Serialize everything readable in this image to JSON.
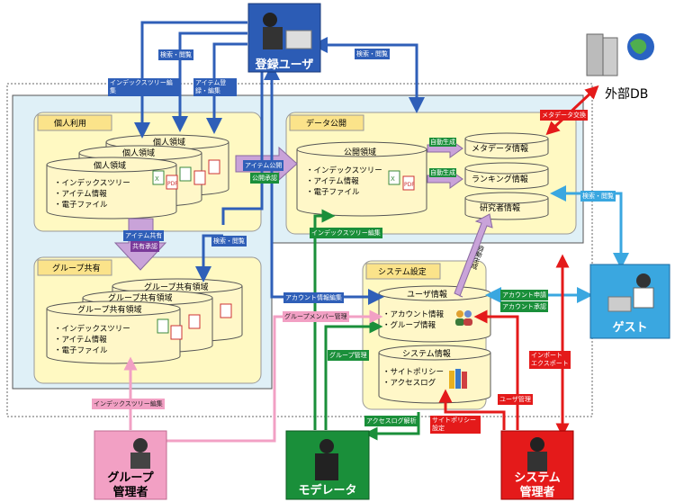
{
  "actors": {
    "registered_user": "登録ユーザ",
    "guest": "ゲスト",
    "group_admin": [
      "グループ",
      "管理者"
    ],
    "moderator": "モデレータ",
    "system_admin": [
      "システム",
      "管理者"
    ],
    "external_db": "外部DB"
  },
  "personal": {
    "title": "個人利用",
    "area_label": "個人領域",
    "items": [
      "・インデックスツリー",
      "・アイテム情報",
      "・電子ファイル"
    ]
  },
  "group": {
    "title": "グループ共有",
    "area_label": "グループ共有領域",
    "items": [
      "・インデックスツリー",
      "・アイテム情報",
      "・電子ファイル"
    ]
  },
  "public": {
    "title": "データ公開",
    "area_label": "公開領域",
    "items": [
      "・インデックスツリー",
      "・アイテム情報",
      "・電子ファイル"
    ],
    "auto_generate": "自動生成",
    "outputs": [
      "メタデータ情報",
      "ランキング情報",
      "研究者情報"
    ]
  },
  "system": {
    "title": "システム設定",
    "user_info": "ユーザ情報",
    "user_items": [
      "・アカウント情報",
      "・グループ情報"
    ],
    "system_info": "システム情報",
    "system_items": [
      "・サイトポリシー",
      "・アクセスログ"
    ],
    "auto_generate_vertical": "自動生成"
  },
  "arrow_labels": {
    "search_browse": "検索・閲覧",
    "index_tree_edit": "インデックスツリー編集",
    "item_reg_edit": "アイテム登録・編集",
    "item_share": "アイテム共有",
    "share_approve": "共有承認",
    "item_public": "アイテム公開",
    "public_approve": "公開承認",
    "account_info_edit": "アカウント情報編集",
    "group_member_mgmt": "グループメンバー管理",
    "group_mgmt": "グループ管理",
    "access_log_analysis": "アクセスログ解析",
    "site_policy_setting": "サイトポリシー設定",
    "user_mgmt": "ユーザ管理",
    "import_export": [
      "インポート",
      "エクスポート"
    ],
    "metadata_exchange": "メタデータ交換",
    "account_request": "アカウント申請",
    "account_approve": "アカウント承認"
  },
  "colors": {
    "blue": "#2f5fb8",
    "light_blue": "#3aa7e0",
    "red": "#e41a1a",
    "green": "#1a8f3a",
    "pink": "#f2a0c4",
    "purple": "#c9a3d9",
    "panel_yellow": "#fff9c2",
    "area_bg": "#dff0f7"
  }
}
